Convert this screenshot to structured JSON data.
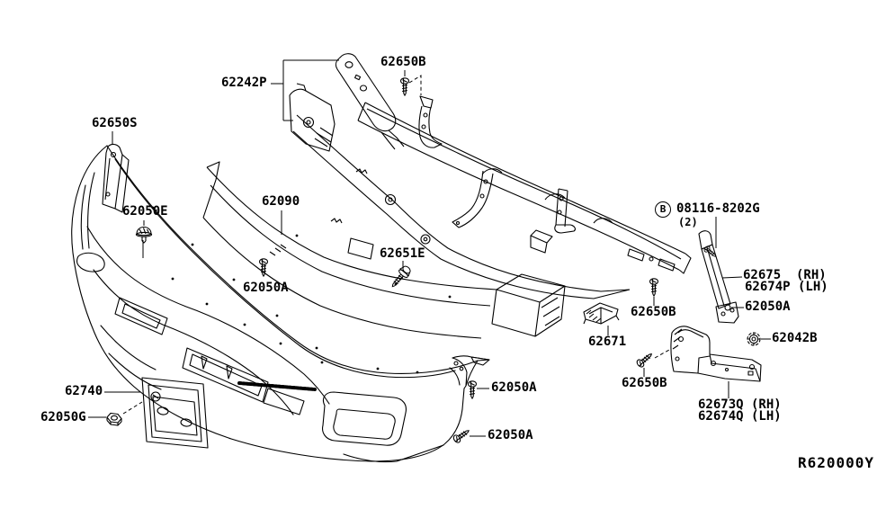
{
  "diagram": {
    "type": "parts-diagram",
    "subject": "front bumper assembly exploded view",
    "ink_color": "#000000",
    "paper_color": "#ffffff",
    "ref_code": "R620000Y",
    "bolt_callout": {
      "circle_letter": "B",
      "part_number": "08116-8202G",
      "quantity": "(2)"
    },
    "labels": {
      "l_62650b_top": "62650B",
      "l_62242p": "62242P",
      "l_62650s": "62650S",
      "l_62050e": "62050E",
      "l_62090": "62090",
      "l_62050a_mid": "62050A",
      "l_62651e": "62651E",
      "l_62675_rh": "62675  (RH)",
      "l_62674p_lh": "62674P (LH)",
      "l_62050a_right": "62050A",
      "l_62042b": "62042B",
      "l_62650b_mid": "62650B",
      "l_62671": "62671",
      "l_62650b_low": "62650B",
      "l_62673q_rh": "62673Q (RH)",
      "l_62674q_lh": "62674Q (LH)",
      "l_62740": "62740",
      "l_62050g": "62050G",
      "l_62050a_b1": "62050A",
      "l_62050a_b2": "62050A"
    }
  }
}
